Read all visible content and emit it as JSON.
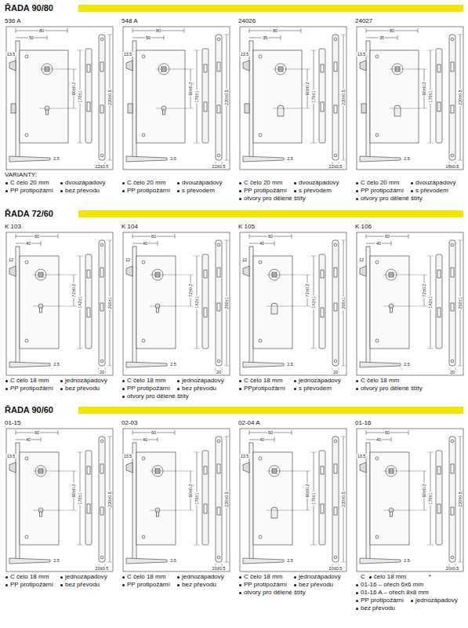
{
  "diagram": {
    "nodes": [
      {
        "text": [
          "536 A",
          "C čelo 20 mm",
          "dvouzápadový",
          "PP protipožární",
          "bez převodu"
        ]
      },
      {
        "text": [
          "548 A",
          "C čelo 20 mm",
          "dvouzápadový",
          "PP protipožární",
          "s převodem"
        ]
      },
      {
        "text": [
          "24026",
          "C čelo 20 mm",
          "dvouzápadový",
          "PP protipožární",
          "s převodem",
          "otvory pro dělené štíty"
        ]
      },
      {
        "text": [
          "24027",
          "C čelo 20 mm",
          "dvouzápadový",
          "PP protipožární",
          "s převodem",
          "otvory pro dělené štíty"
        ]
      },
      {
        "text": [
          "K 103",
          "C čelo 18 mm",
          "jednozápadový",
          "PP protipožární",
          "bez převodu"
        ]
      },
      {
        "text": [
          "K 104",
          "C čelo 18 mm",
          "jednozápadový",
          "PP protipožární",
          "bez převodu",
          "otvory pro dělené štíty"
        ]
      },
      {
        "text": [
          "K 105",
          "C čelo 18 mm",
          "jednozápadový",
          "PPprotipožární",
          "s převodem"
        ]
      },
      {
        "text": [
          "K 106",
          "C čelo 18 mm",
          "otvory pro dělené štíty"
        ]
      },
      {
        "text": [
          "01-15",
          "C čelo 18 mm",
          "jednozápadový",
          "PP protipožární",
          "bez převodu"
        ]
      },
      {
        "text": [
          "02-03",
          "C čelo 18 mm",
          "jednozápadový",
          "PP protipožární",
          "bez převodu"
        ]
      },
      {
        "text": [
          "02-04 A",
          "C čelo 18 mm",
          "jednozápadový",
          "PP protipožární",
          "bez převodu",
          "otvory pro dělené štíty"
        ]
      },
      {
        "text": [
          "01-16",
          "C",
          "čelo 18 mm",
          "*",
          "01-16 – ořech 6x6 mm",
          "01-16 A – ořech 8x8 mm",
          "PP protipožární",
          "jednozápadový",
          "bez převodu"
        ]
      }
    ],
    "labels": [
      "ŘADA 90/80",
      "ŘADA 72/60",
      "ŘADA 90/60",
      "VARIANTY:",
      "80",
      "50",
      "90±0.2",
      "170±1",
      "220±0.5",
      "22±0.5",
      "2.5",
      "13.5",
      "80",
      "50",
      "90±0.2",
      "170±1",
      "220±0.5",
      "22±0.5",
      "2.5",
      "13.5",
      "80",
      "35",
      "90±0.2",
      "170±1",
      "220±0.5",
      "22±0.5",
      "2.5",
      "13.5",
      "80",
      "35",
      "90±0.2",
      "170±1",
      "220±0.5",
      "18±0.5",
      "2.5",
      "13.5",
      "60",
      "40",
      "72±0.2",
      "142±1",
      "200±1",
      "20",
      "2.5",
      "12",
      "60",
      "40",
      "72±0.2",
      "142±1",
      "200±1",
      "20",
      "2.5",
      "12",
      "60",
      "40",
      "72±0.2",
      "142±1",
      "200±1",
      "20",
      "2.5",
      "12",
      "60",
      "40",
      "72±0.2",
      "142±1",
      "200±1",
      "20",
      "2.5",
      "12",
      "60",
      "40",
      "90±0.2",
      "170±1",
      "220±0.5",
      "20±0.5",
      "2.5",
      "13.5",
      "60",
      "40",
      "90±0.2",
      "170±1",
      "220±0.5",
      "20±0.5",
      "2.5",
      "13.5",
      "60",
      "40",
      "90±0.2",
      "170±1",
      "220±0.5",
      "20±0.5",
      "2.5",
      "13.5",
      "60",
      "40",
      "90±0.2",
      "170±1",
      "220±0.5",
      "20±0.5",
      "2.5",
      "13.5"
    ]
  }
}
